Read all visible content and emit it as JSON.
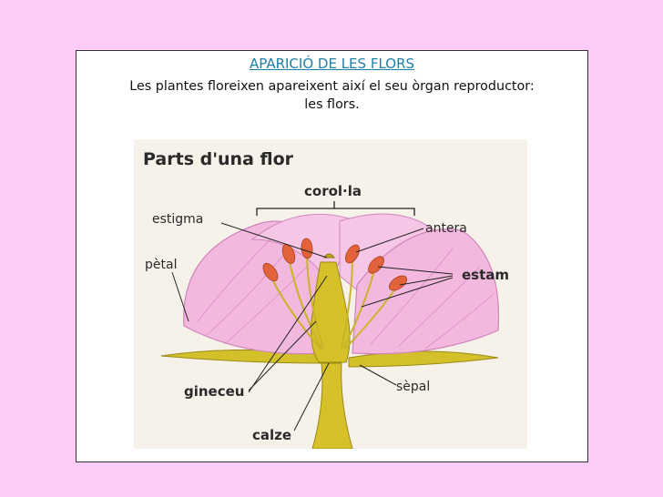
{
  "slide": {
    "title": "APARICIÓ DE LES FLORS",
    "description_line1": "Les plantes floreixen apareixent així el seu òrgan reproductor:",
    "description_line2": "les flors."
  },
  "diagram": {
    "heading": "Parts d'una flor",
    "labels": {
      "corolla": "corol·la",
      "estigma": "estigma",
      "antera": "antera",
      "petal": "pètal",
      "estam": "estam",
      "gineceu": "gineceu",
      "sepal": "sèpal",
      "calze": "calze"
    },
    "colors": {
      "petal": "#f3b8de",
      "petal_vein": "#d98cc4",
      "stem": "#d6c12a",
      "anther": "#e2633a",
      "leader": "#222222",
      "background": "#f6f2ea"
    }
  }
}
